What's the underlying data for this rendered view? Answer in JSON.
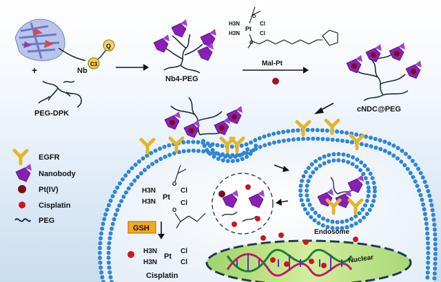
{
  "top": {
    "nb_label": "Nb",
    "c3_label": "C3",
    "q_label": "Q",
    "plus": "+",
    "peg_dpk_label": "PEG-DPK",
    "nb4_peg_label": "Nb4-PEG",
    "mal_pt_label": "Mal-Pt",
    "cndc_label": "cNDC@PEG"
  },
  "pt4_formula": {
    "h3n_top": "H3N",
    "h3n_bottom": "H3N",
    "pt": "Pt",
    "cl_top": "Cl",
    "cl_bottom": "Cl",
    "o": "O"
  },
  "legend": {
    "egfr": "EGFR",
    "nanobody": "Nanobody",
    "pt4": "Pt(IV)",
    "cisplatin": "Cisplatin",
    "peg": "PEG"
  },
  "cell": {
    "gsh_label": "GSH",
    "endosome_label": "Endosome",
    "nuclear_label": "Nuclear",
    "cisplatin_bottom_label": "Cisplatin"
  },
  "colors": {
    "membrane_blue": "#2e86d6",
    "nanobody_purple": "#8a1fb8",
    "egfr_gold": "#e3b52a",
    "cisplatin_red": "#d0141b",
    "pt4_maroon": "#7a0f1a",
    "gsh_orange": "#f5a81e"
  }
}
